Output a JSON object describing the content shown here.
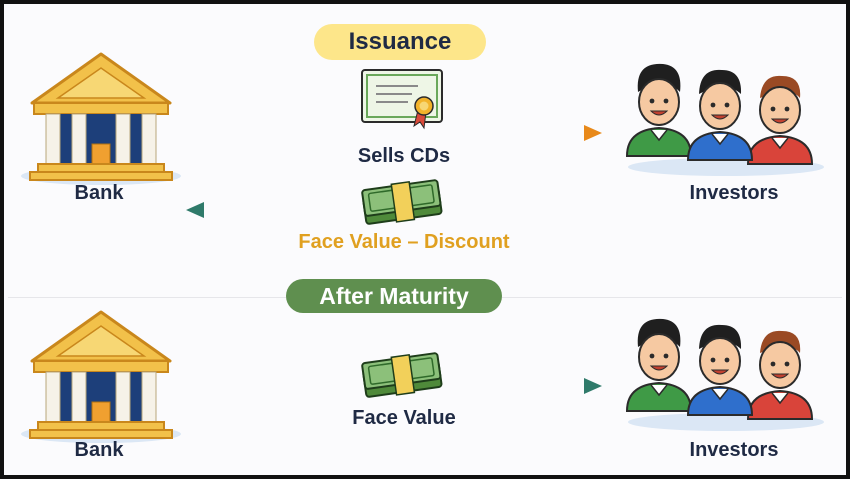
{
  "sections": {
    "issuance": {
      "title": "Issuance",
      "bank_label": "Bank",
      "investors_label": "Investors",
      "sell_label": "Sells CDs",
      "payment_label": "Face Value – Discount"
    },
    "maturity": {
      "title": "After Maturity",
      "bank_label": "Bank",
      "investors_label": "Investors",
      "payment_label": "Face Value"
    }
  },
  "colors": {
    "issuance_pill": "#fde68a",
    "maturity_pill": "#5f8f4f",
    "sell_arrow": "#e8941f",
    "money_arrow": "#2f7a6a",
    "discount_text": "#e0a020"
  }
}
